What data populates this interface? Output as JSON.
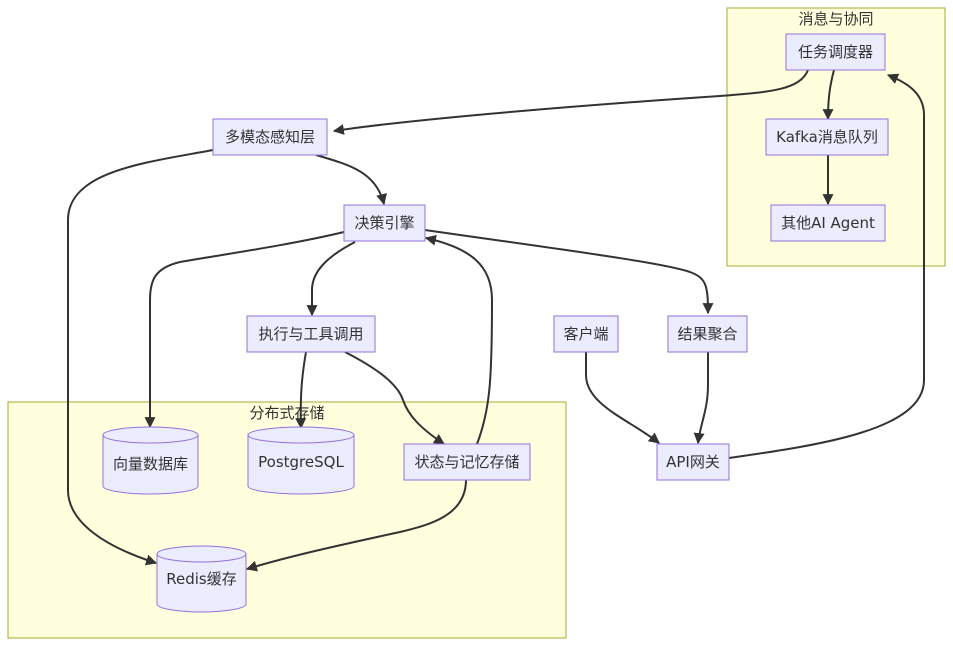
{
  "clusters": {
    "messaging": "消息与协同",
    "storage": "分布式存储"
  },
  "nodes": {
    "scheduler": "任务调度器",
    "kafka": "Kafka消息队列",
    "other_agent": "其他AI Agent",
    "perception": "多模态感知层",
    "decision": "决策引擎",
    "executor": "执行与工具调用",
    "aggregator": "结果聚合",
    "client": "客户端",
    "gateway": "API网关",
    "vector_db": "向量数据库",
    "postgres": "PostgreSQL",
    "state_store": "状态与记忆存储",
    "redis": "Redis缓存"
  },
  "colors": {
    "cluster_fill": "#ffffde",
    "cluster_stroke": "#aaaa33",
    "node_fill": "#ececff",
    "node_stroke": "#9370db",
    "edge": "#333333",
    "text": "#333333"
  }
}
